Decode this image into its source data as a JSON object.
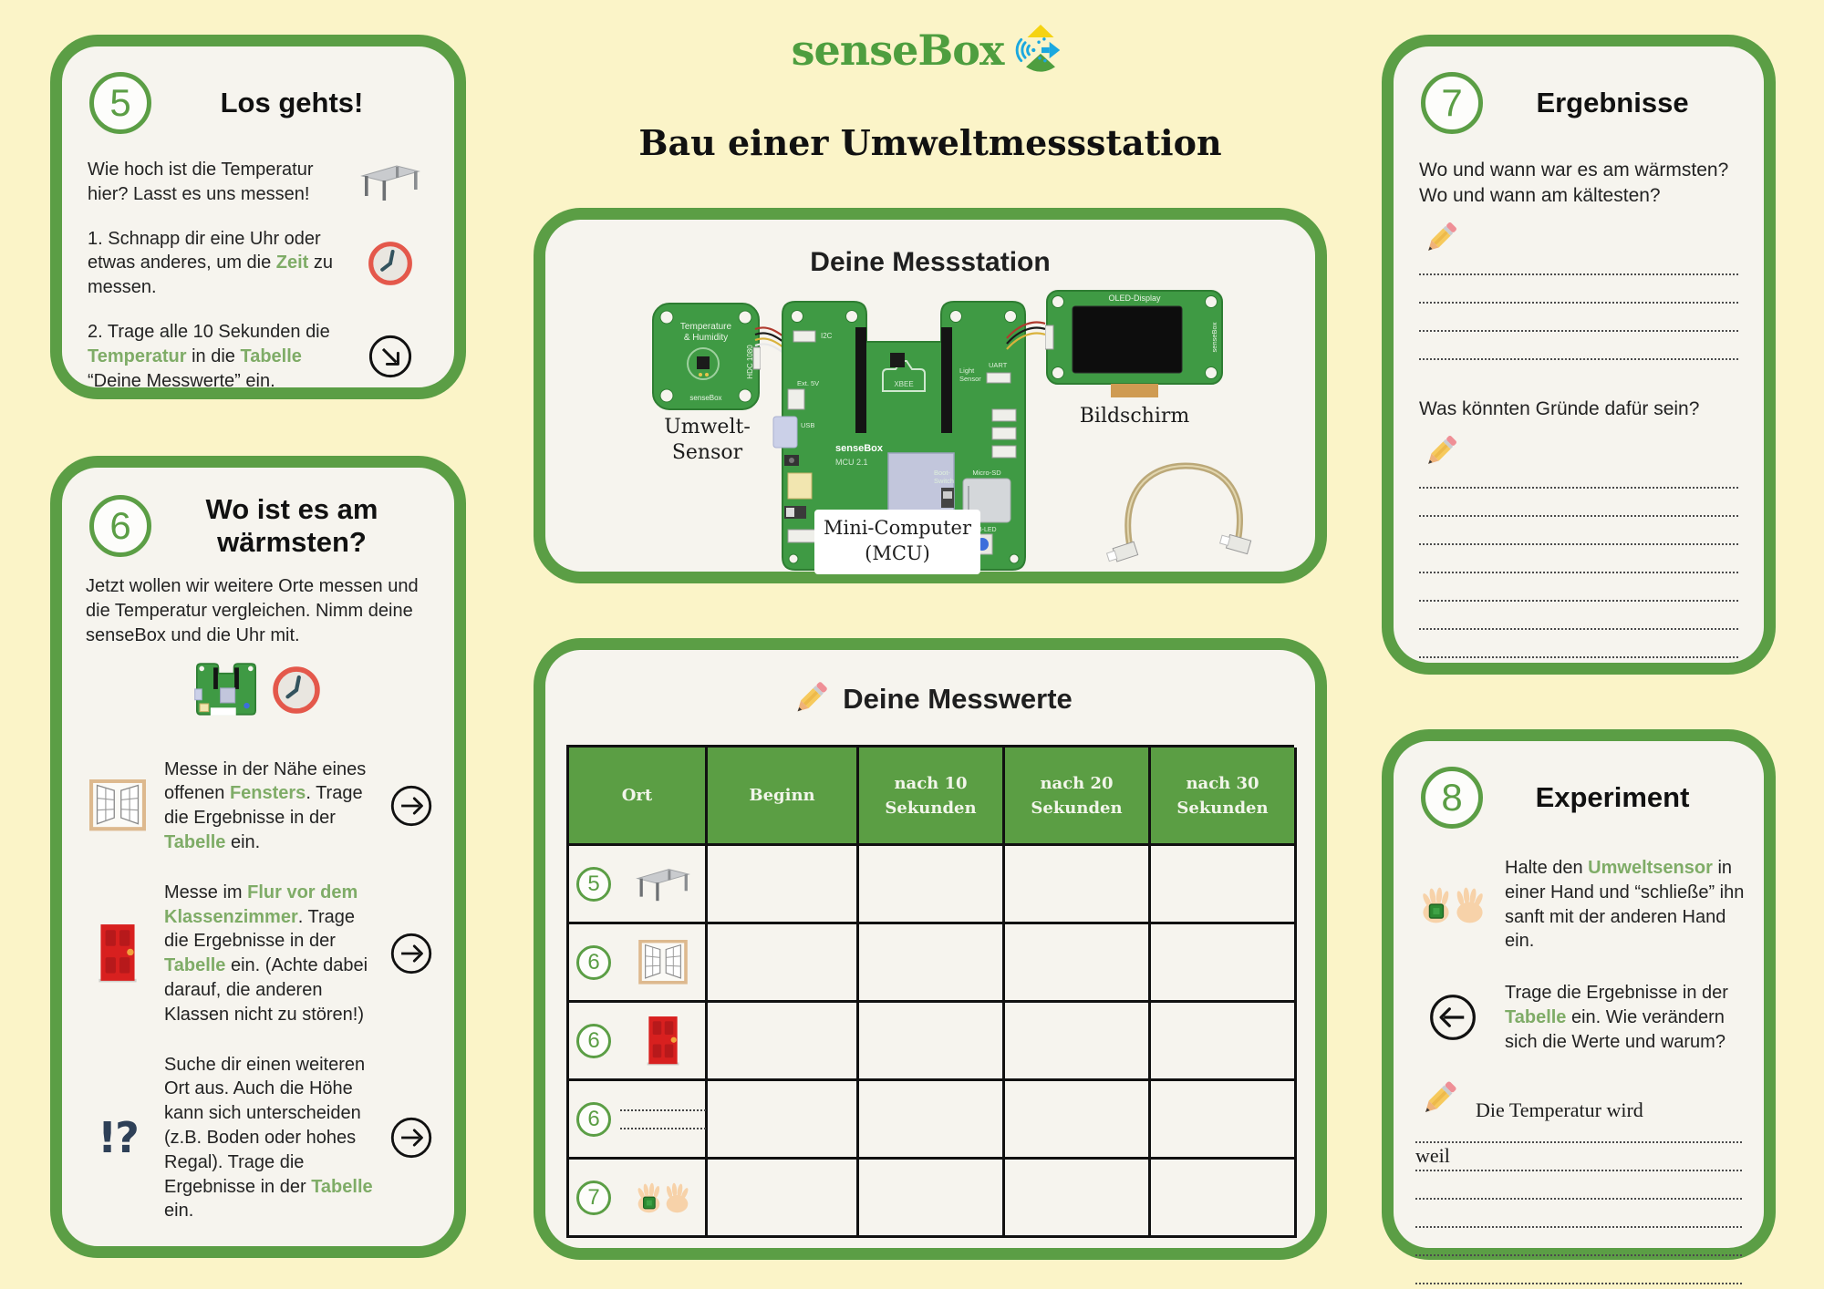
{
  "header": {
    "brand": "senseBox",
    "title": "Bau einer Umweltmessstation"
  },
  "colors": {
    "background": "#FBF4C8",
    "panel_background": "#F6F4EE",
    "accent_green": "#5B9E45",
    "keyword_green": "#7FAC67",
    "logo_green": "#4E9E3F",
    "table_header_green": "#5B9E44",
    "clock_red": "#E4584B",
    "door_red": "#D8201F",
    "text_black": "#1F1F1F"
  },
  "icons": {
    "pencil": "pencil-icon",
    "clock": "clock-icon",
    "desk": "table-desk-icon",
    "window": "open-window-icon",
    "door": "red-door-icon",
    "interrobang": "!?",
    "arrow_right": "arrow-right-circle-icon",
    "arrow_down_right": "arrow-down-right-circle-icon",
    "arrow_left": "arrow-left-circle-icon",
    "hands": "hands-holding-sensor-icon",
    "logo": "sensebox-logo-icon",
    "write_line": "dotted-write-line"
  },
  "panel5": {
    "number": "5",
    "title": "Los gehts!",
    "intro": "Wie hoch ist die Temperatur hier? Lasst es uns messen!",
    "step1": {
      "s1": "1. Schnapp dir eine Uhr oder etwas anderes, um die ",
      "hl1": "Zeit",
      "s2": " zu messen."
    },
    "step2": {
      "s1": "2. Trage alle 10 Sekunden die ",
      "hl1": "Temperatur",
      "s2": " in die ",
      "hl2": "Tabelle",
      "s3": " “Deine Messwerte” ein."
    }
  },
  "panel6": {
    "number": "6",
    "title": "Wo ist es am wärmsten?",
    "intro": "Jetzt wollen wir weitere Orte messen und die Temperatur vergleichen. Nimm deine senseBox und die Uhr mit.",
    "item_window": {
      "s1": "Messe in der Nähe eines offenen ",
      "hl1": "Fensters",
      "s2": ". Trage die Ergebnisse in der ",
      "hl2": "Tabelle",
      "s3": " ein."
    },
    "item_door": {
      "s1": "Messe im ",
      "hl1": "Flur vor dem Klassenzimmer",
      "s2": ". Trage die Ergebnisse in der ",
      "hl2": "Tabelle",
      "s3": " ein. (Achte dabei darauf, die anderen Klassen nicht zu stören!)"
    },
    "item_other": {
      "badge": "!?",
      "s1": "Suche dir einen weiteren Ort aus. Auch die Höhe kann sich unterscheiden (z.B. Boden oder hohes Regal). Trage die Ergebnisse in der ",
      "hl1": "Tabelle",
      "s2": " ein."
    }
  },
  "station": {
    "title": "Deine Messstation",
    "sensor_label_line1": "Umwelt-",
    "sensor_label_line2": "Sensor",
    "mcu_label_line1": "Mini-Computer",
    "mcu_label_line2": "(MCU)",
    "display_label": "Bildschirm",
    "sensor_board": {
      "text1": "Temperature",
      "text2": "& Humidity",
      "side": "HDC 1080",
      "brand": "senseBox"
    },
    "display_board": {
      "text": "OLED-Display",
      "side": "senseBox"
    },
    "silk": {
      "xbee": "XBEE",
      "light1": "Light",
      "light2": "Sensor",
      "uart": "UART",
      "microsd": "Micro-SD",
      "rgbled": "RGB-LED",
      "boot1": "Boot-",
      "boot2": "Switch",
      "brand": "senseBox",
      "version": "MCU 2.1",
      "i2c": "I2C",
      "ext5v": "Ext. 5V",
      "usb": "USB"
    }
  },
  "messwerte": {
    "title": "Deine Messwerte",
    "headers": [
      "Ort",
      "Beginn",
      "nach 10 Sekunden",
      "nach 20 Sekunden",
      "nach 30 Sekunden"
    ],
    "rows": [
      {
        "num": "5",
        "icon": "table-desk"
      },
      {
        "num": "6",
        "icon": "open-window"
      },
      {
        "num": "6",
        "icon": "red-door"
      },
      {
        "num": "6",
        "icon": "blank-dotted-lines"
      },
      {
        "num": "7",
        "icon": "hands-holding-sensor"
      }
    ]
  },
  "panel7": {
    "number": "7",
    "title": "Ergebnisse",
    "q1": "Wo und wann war es am wärmsten? Wo und wann am kältesten?",
    "q2": "Was könnten Gründe dafür sein?"
  },
  "panel8": {
    "number": "8",
    "title": "Experiment",
    "item_hands": {
      "s1": "Halte den ",
      "hl1": "Umweltsensor",
      "s2": " in einer Hand und “schließe” ihn sanft mit der anderen Hand ein."
    },
    "item_arrow": {
      "s1": "Trage die Ergebnisse in der ",
      "hl1": "Tabelle",
      "s2": " ein. Wie verändern sich die Werte und warum?"
    },
    "fill_lead": "Die Temperatur wird",
    "fill_word": "weil"
  }
}
